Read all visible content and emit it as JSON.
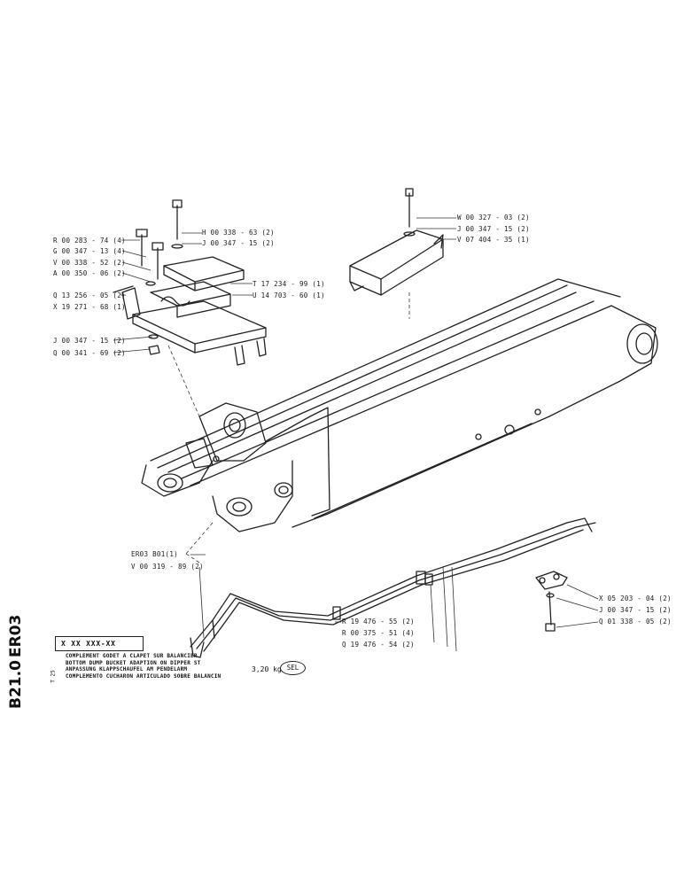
{
  "drawing_code": {
    "line1": "ER03",
    "line2": "B21.0"
  },
  "part_number_box": "X  XX  XXX-XX",
  "titles": [
    "COMPLEMENT GODET A CLAPET SUR BALANCIER",
    "BOTTOM DUMP BUCKET ADAPTION ON DIPPER ST",
    "ANPASSUNG KLAPPSCHAUFEL AM PENDELARM",
    "COMPLEMENTO CUCHARON ARTICULADO SOBRE BALANCIN"
  ],
  "weight": "3,20 kg",
  "sel_tag": "SEL",
  "page_mark": "T 25",
  "callouts": {
    "left_top": [
      "R 00 283 - 74 (4)",
      "G 00 347 - 13 (4)",
      "V 00 338 - 52 (2)",
      "A 00 350 - 06 (2)",
      "Q 13 256 - 05 (2)",
      "X 19 271 - 68 (1)"
    ],
    "left_mid": [
      "H 00 338 - 63 (2)",
      "J 00 347 - 15 (2)",
      "T 17 234 - 99 (1)",
      "U 14 703 - 60 (1)"
    ],
    "left_bottom": [
      "J 00 347 - 15 (2)",
      "Q 00 341 - 69 (2)"
    ],
    "right_top": [
      "W 00 327 - 03 (2)",
      "J 00 347 - 15 (2)",
      "V 07 404 - 35 (1)"
    ],
    "boom_ref": [
      "ER03 B01(1)",
      "V 00 319 - 89 (2)"
    ],
    "hose": [
      "R 19 476 - 55 (2)",
      "R 00 375 - 51 (4)",
      "Q 19 476 - 54 (2)"
    ],
    "clamp": [
      "X 05 203 - 04 (2)",
      "J 00 347 - 15 (2)",
      "Q 01 338 - 05 (2)"
    ]
  }
}
